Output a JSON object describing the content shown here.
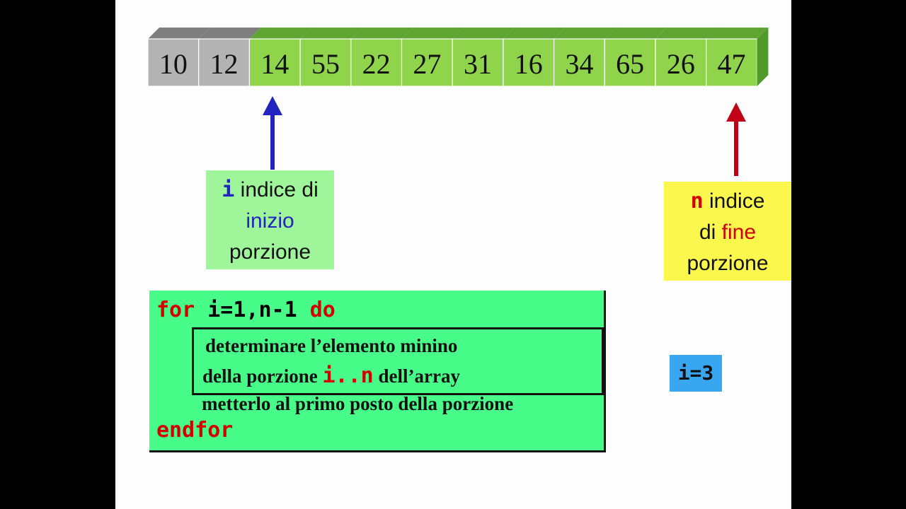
{
  "array": {
    "cells": [
      {
        "value": "10",
        "state": "sorted"
      },
      {
        "value": "12",
        "state": "sorted"
      },
      {
        "value": "14",
        "state": "portion"
      },
      {
        "value": "55",
        "state": "portion"
      },
      {
        "value": "22",
        "state": "portion"
      },
      {
        "value": "27",
        "state": "portion"
      },
      {
        "value": "31",
        "state": "portion"
      },
      {
        "value": "16",
        "state": "portion"
      },
      {
        "value": "34",
        "state": "portion"
      },
      {
        "value": "65",
        "state": "portion"
      },
      {
        "value": "26",
        "state": "portion"
      },
      {
        "value": "47",
        "state": "portion"
      }
    ],
    "colors": {
      "sorted_front": "#b3b3b3",
      "sorted_top": "#7e7e7e",
      "portion_front": "#8fd44a",
      "portion_top": "#5fa532",
      "portion_side": "#4f9a2a"
    }
  },
  "arrows": {
    "i_color": "#2323c0",
    "n_color": "#c20016"
  },
  "label_i": {
    "var": "i",
    "line1": " indice di",
    "line2": "inizio",
    "line3": "porzione"
  },
  "label_n": {
    "var": "n",
    "line1": " indice",
    "line2a": "di ",
    "line2b": "fine",
    "line3": "porzione"
  },
  "code": {
    "for_kw": "for",
    "for_range": " i=1,n-1 ",
    "do_kw": "do",
    "step1": "determinare l’elemento minino",
    "step2a": "della porzione ",
    "step2b": "i..n",
    "step2c": " dell’array",
    "step3": "metterlo al primo posto della porzione",
    "endfor_kw": "endfor"
  },
  "state": {
    "current": "i=3"
  }
}
